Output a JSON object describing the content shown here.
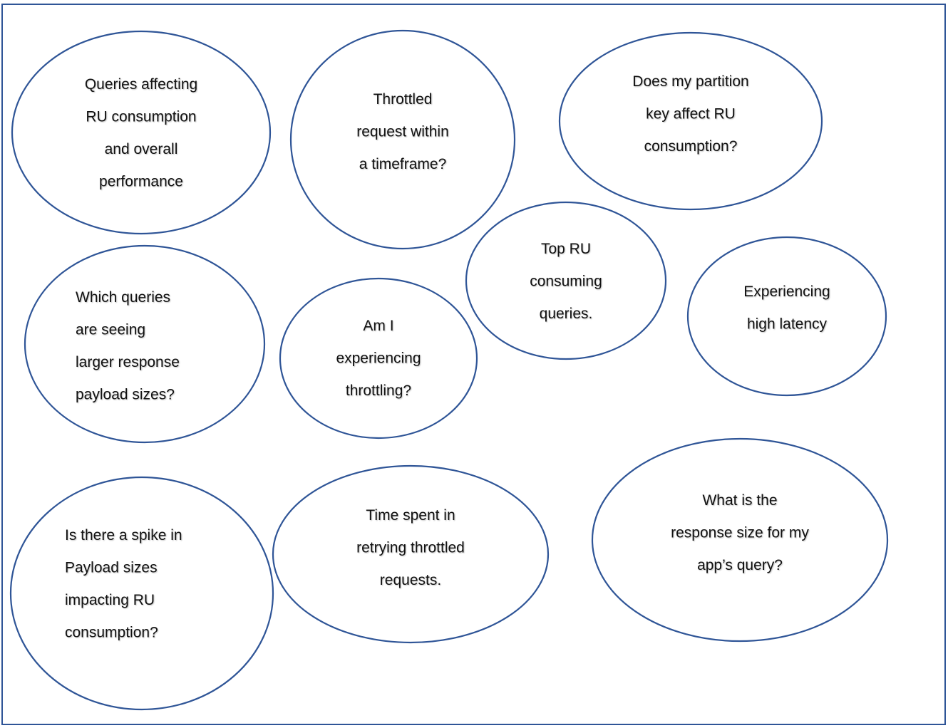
{
  "colors": {
    "outline": "#2F5597",
    "text": "#111111"
  },
  "bubbles": [
    {
      "lines": [
        "Queries affecting",
        "RU consumption",
        "and overall",
        "performance"
      ]
    },
    {
      "lines": [
        "Throttled",
        "request within",
        "a timeframe?"
      ]
    },
    {
      "lines": [
        "Does my partition",
        "key affect RU",
        "consumption?"
      ]
    },
    {
      "lines": [
        "Top RU",
        "consuming",
        "queries."
      ]
    },
    {
      "lines": [
        "Experiencing",
        "high latency"
      ]
    },
    {
      "lines": [
        "Which queries",
        "are seeing",
        "larger response",
        "payload sizes?"
      ]
    },
    {
      "lines": [
        "Am I",
        "experiencing",
        "throttling?"
      ]
    },
    {
      "lines": [
        "Is there a spike in",
        "Payload sizes",
        "impacting RU",
        "consumption?"
      ]
    },
    {
      "lines": [
        "Time spent in",
        "retrying throttled",
        "requests."
      ]
    },
    {
      "lines": [
        "What is the",
        "response size for my",
        "app’s query?"
      ]
    }
  ]
}
